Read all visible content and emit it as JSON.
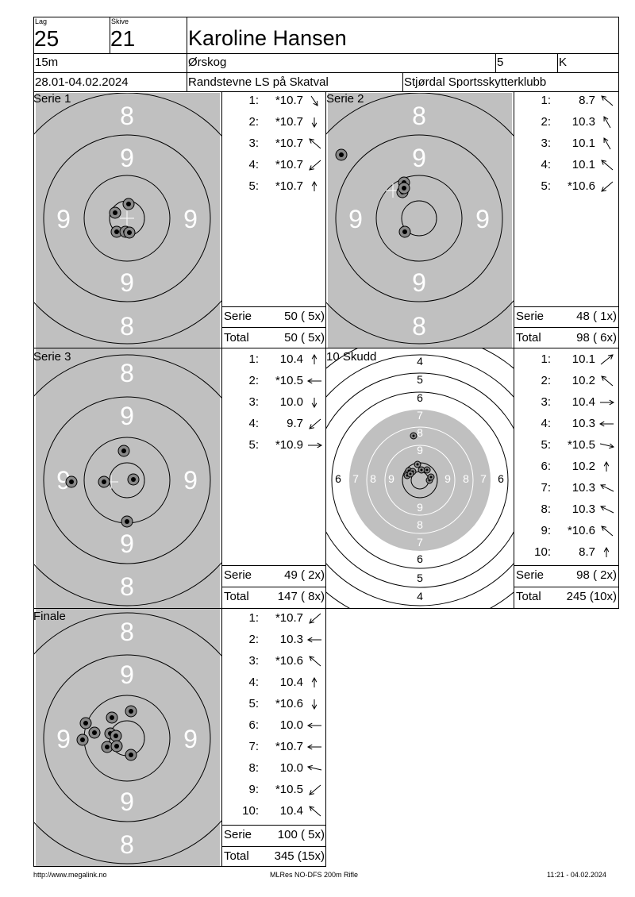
{
  "header": {
    "lag_label": "Lag",
    "lag_value": "25",
    "skive_label": "Skive",
    "skive_value": "21",
    "shooter_name": "Karoline Hansen",
    "distance": "15m",
    "place": "Ørskog",
    "class_number": "5",
    "class_letter": "K",
    "date_range": "28.01-04.02.2024",
    "event": "Randstevne LS på Skatval",
    "club": "Stjørdal Sportsskytterklubb"
  },
  "labels": {
    "serie": "Serie",
    "total": "Total"
  },
  "target_rings": {
    "big": [
      "8",
      "9",
      "9",
      "9",
      "9",
      "8"
    ],
    "skudd_numbers_top": [
      "4",
      "5",
      "6",
      "7",
      "8",
      "9"
    ],
    "skudd_numbers_bottom": [
      "9",
      "8",
      "7",
      "6",
      "5",
      "4"
    ],
    "skudd_numbers_left": [
      "6",
      "7",
      "8",
      "9"
    ],
    "skudd_numbers_right": [
      "9",
      "8",
      "7",
      "6"
    ]
  },
  "series": [
    {
      "title": "Serie 1",
      "shots": [
        {
          "n": "1:",
          "v": "*10.7",
          "arrow": "down-right"
        },
        {
          "n": "2:",
          "v": "*10.7",
          "arrow": "down"
        },
        {
          "n": "3:",
          "v": "*10.7",
          "arrow": "up-left"
        },
        {
          "n": "4:",
          "v": "*10.7",
          "arrow": "down-left"
        },
        {
          "n": "5:",
          "v": "*10.7",
          "arrow": "up"
        }
      ],
      "serie": "50 ( 5x)",
      "total": "50 ( 5x)"
    },
    {
      "title": "Serie 2",
      "shots": [
        {
          "n": "1:",
          "v": "8.7",
          "arrow": "up-left"
        },
        {
          "n": "2:",
          "v": "10.3",
          "arrow": "up-left-steep"
        },
        {
          "n": "3:",
          "v": "10.1",
          "arrow": "up-left-steep"
        },
        {
          "n": "4:",
          "v": "10.1",
          "arrow": "up-left"
        },
        {
          "n": "5:",
          "v": "*10.6",
          "arrow": "down-left"
        }
      ],
      "serie": "48 ( 1x)",
      "total": "98 ( 6x)"
    },
    {
      "title": "Serie 3",
      "shots": [
        {
          "n": "1:",
          "v": "10.4",
          "arrow": "up"
        },
        {
          "n": "2:",
          "v": "*10.5",
          "arrow": "left"
        },
        {
          "n": "3:",
          "v": "10.0",
          "arrow": "down"
        },
        {
          "n": "4:",
          "v": "9.7",
          "arrow": "down-left"
        },
        {
          "n": "5:",
          "v": "*10.9",
          "arrow": "right"
        }
      ],
      "serie": "49 ( 2x)",
      "total": "147 ( 8x)"
    },
    {
      "title": "10 Skudd",
      "shots": [
        {
          "n": "1:",
          "v": "10.1",
          "arrow": "up-right"
        },
        {
          "n": "2:",
          "v": "10.2",
          "arrow": "up-left"
        },
        {
          "n": "3:",
          "v": "10.4",
          "arrow": "right"
        },
        {
          "n": "4:",
          "v": "10.3",
          "arrow": "left"
        },
        {
          "n": "5:",
          "v": "*10.5",
          "arrow": "right-down"
        },
        {
          "n": "6:",
          "v": "10.2",
          "arrow": "up"
        },
        {
          "n": "7:",
          "v": "10.3",
          "arrow": "up-left-flat"
        },
        {
          "n": "8:",
          "v": "10.3",
          "arrow": "up-left-flat"
        },
        {
          "n": "9:",
          "v": "*10.6",
          "arrow": "up-left"
        },
        {
          "n": "10:",
          "v": "8.7",
          "arrow": "up"
        }
      ],
      "serie": "98 ( 2x)",
      "total": "245 (10x)"
    },
    {
      "title": "Finale",
      "shots": [
        {
          "n": "1:",
          "v": "*10.7",
          "arrow": "down-left"
        },
        {
          "n": "2:",
          "v": "10.3",
          "arrow": "left"
        },
        {
          "n": "3:",
          "v": "*10.6",
          "arrow": "up-left"
        },
        {
          "n": "4:",
          "v": "10.4",
          "arrow": "up"
        },
        {
          "n": "5:",
          "v": "*10.6",
          "arrow": "down"
        },
        {
          "n": "6:",
          "v": "10.0",
          "arrow": "left"
        },
        {
          "n": "7:",
          "v": "*10.7",
          "arrow": "left"
        },
        {
          "n": "8:",
          "v": "10.0",
          "arrow": "left-flat"
        },
        {
          "n": "9:",
          "v": "*10.5",
          "arrow": "down-left"
        },
        {
          "n": "10:",
          "v": "10.4",
          "arrow": "up-left"
        }
      ],
      "serie": "100 ( 5x)",
      "total": "345 (15x)"
    }
  ],
  "footer": {
    "left": "http://www.megalink.no",
    "center": "MLRes NO-DFS 200m Rifle",
    "right": "11:21 - 04.02.2024"
  },
  "colors": {
    "target_gray": "#c0c0c0",
    "line": "#000000"
  }
}
